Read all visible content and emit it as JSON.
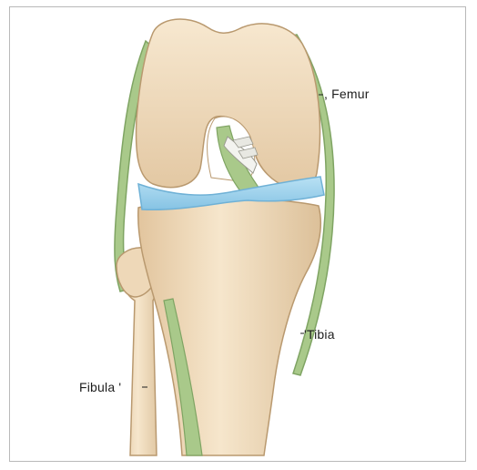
{
  "diagram": {
    "labels": {
      "femur": ", Femur",
      "tibia": "'Tibia",
      "fibula": "Fibula '"
    },
    "colors": {
      "bone": "#f2dfc2",
      "bone_shadow": "#d9bc95",
      "bone_outline": "#b9996f",
      "ligament": "#a9c98a",
      "ligament_dark": "#7fa463",
      "meniscus": "#9fd3ee",
      "meniscus_dark": "#6fb1d6",
      "background": "#ffffff",
      "border": "#b9b9b9"
    }
  }
}
